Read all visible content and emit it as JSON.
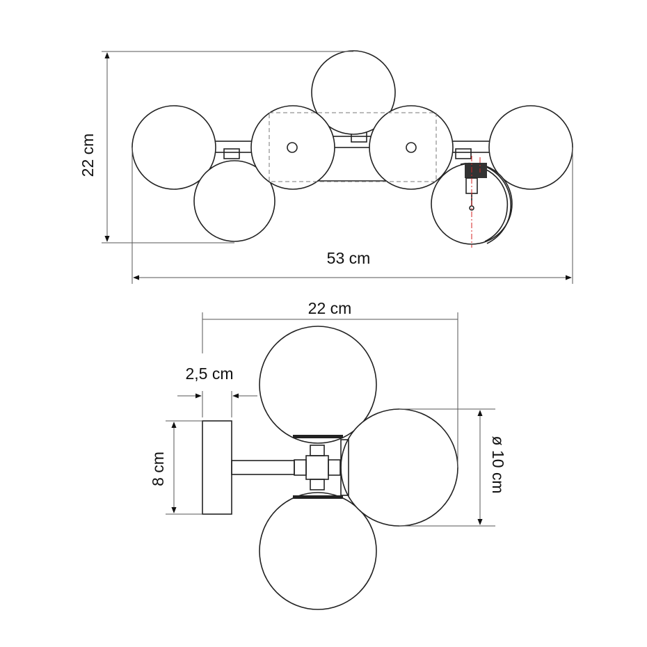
{
  "front_view": {
    "height_label": "22 cm",
    "width_label": "53 cm"
  },
  "side_view": {
    "depth_label": "22 cm",
    "plate_depth_label": "2,5 cm",
    "plate_height_label": "8 cm",
    "globe_diameter_label": "ø 10 cm"
  },
  "colors": {
    "outline": "#222222",
    "accent_axis": "#d62020"
  }
}
